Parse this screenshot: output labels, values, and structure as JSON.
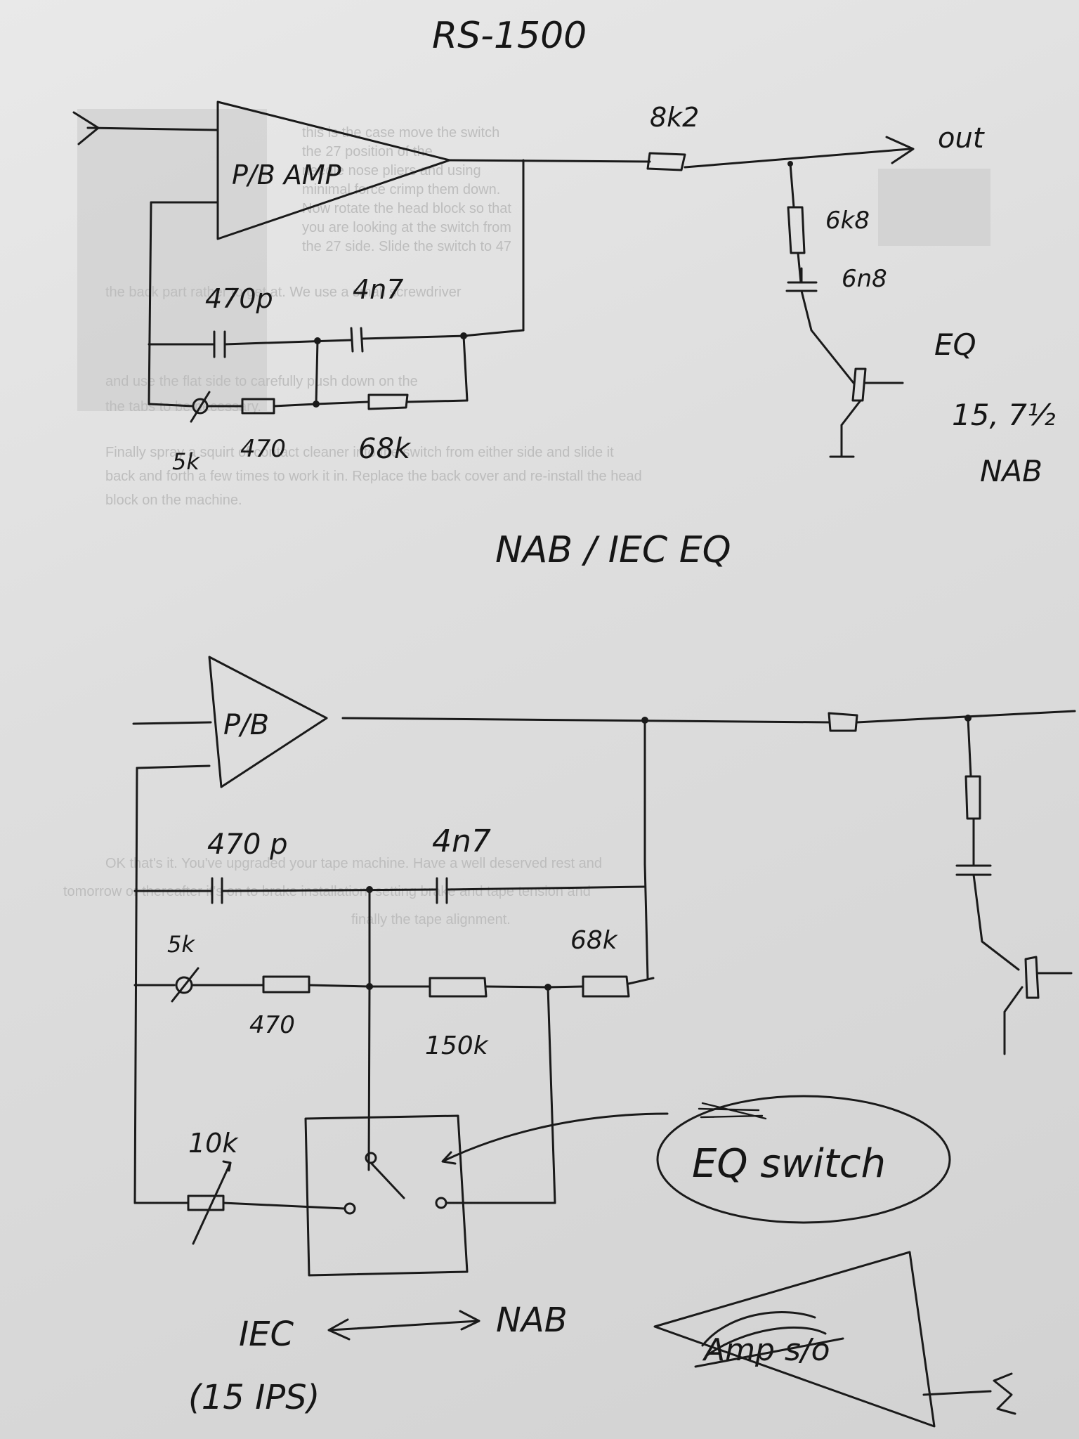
{
  "sheet": {
    "title": "RS-1500",
    "section2_title": "NAB / IEC EQ"
  },
  "top_circuit": {
    "amp_label": "P/B AMP",
    "out_label": "out",
    "series_resistor": "8k2",
    "shunt_resistor": "6k8",
    "shunt_cap": "6n8",
    "fb_cap_1": "470p",
    "fb_cap_2": "4n7",
    "trim_pot": "5k",
    "fb_res_1": "470",
    "fb_res_2": "68k",
    "switch_label": "EQ",
    "switch_speeds": "15, 7½",
    "switch_mode": "NAB"
  },
  "bottom_circuit": {
    "amp_label": "P/B",
    "fb_cap_1": "470 p",
    "fb_cap_2": "4n7",
    "trim_pot": "5k",
    "fb_res_1": "470",
    "fb_res_2": "68k",
    "added_res": "150k",
    "pot_10k": "10k",
    "callout": "EQ switch",
    "arrow_left": "IEC",
    "arrow_right": "NAB",
    "speed_note": "(15 IPS)",
    "crossed_amp_label": "Amp s/o"
  },
  "background_print": {
    "lines": [
      "this is the case move the switch",
      "the 27 position of the",
      "needle nose pliers and using",
      "minimal force crimp them down.",
      "Now rotate the head block so that",
      "you are looking at the switch from",
      "the 27 side. Slide the switch to 47",
      "the back part rather to get at. We use a small screwdriver",
      "and use the flat side to carefully push down on the",
      "the tabs to be necessary.",
      "Finally spray a squirt of contact cleaner into the switch from either side and slide it",
      "back and forth a few times to work it in. Replace the back cover and re-install the head",
      "block on the machine.",
      "OK that's it. You've upgraded your tape machine. Have a well deserved rest and",
      "tomorrow or thereafter it's on to brake installation, setting brake and tape tension and",
      "finally the tape alignment."
    ]
  }
}
